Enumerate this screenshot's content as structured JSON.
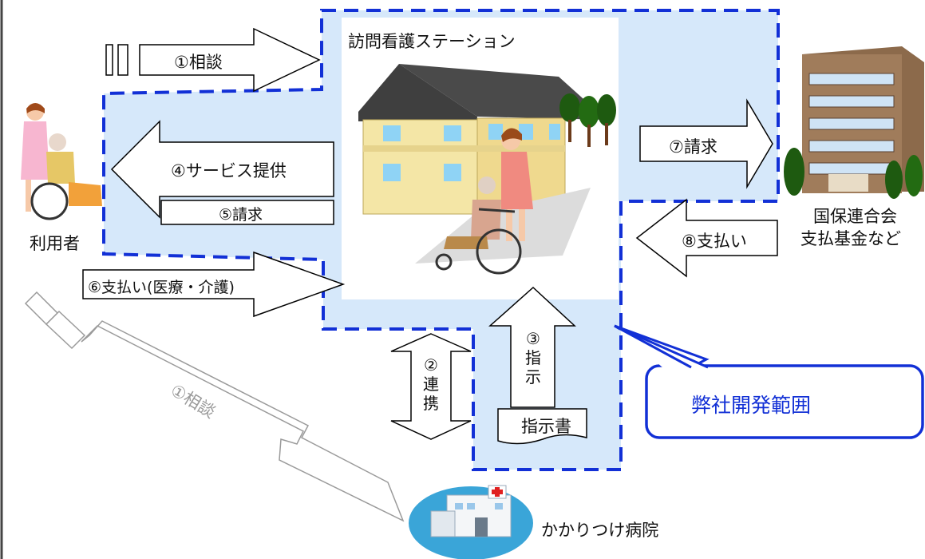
{
  "title": "訪問看護ステーション",
  "service_user": "利用者",
  "insurer": {
    "line1": "国保連合会",
    "line2": "支払基金など"
  },
  "hospital": "かかりつけ病院",
  "scope_label": "弊社開発範囲",
  "flows": {
    "consult": "①相談",
    "coordinate": [
      "②",
      "連",
      "携"
    ],
    "instruct": [
      "③",
      "指",
      "示"
    ],
    "service": "④サービス提供",
    "bill_user": "⑤請求",
    "pay_user": "⑥支払い(医療・介護)",
    "bill_insurer": "⑦請求",
    "pay_insurer": "⑧支払い",
    "consult_hospital": "①相談"
  },
  "document": "指示書",
  "colors": {
    "scope_fill": "#d6e8fa",
    "scope_border": "#1230d6",
    "callout_border": "#1230d6",
    "callout_text": "#1230d6",
    "arrow_stroke": "#000000",
    "faded_arrow": "#9a9a9a"
  }
}
